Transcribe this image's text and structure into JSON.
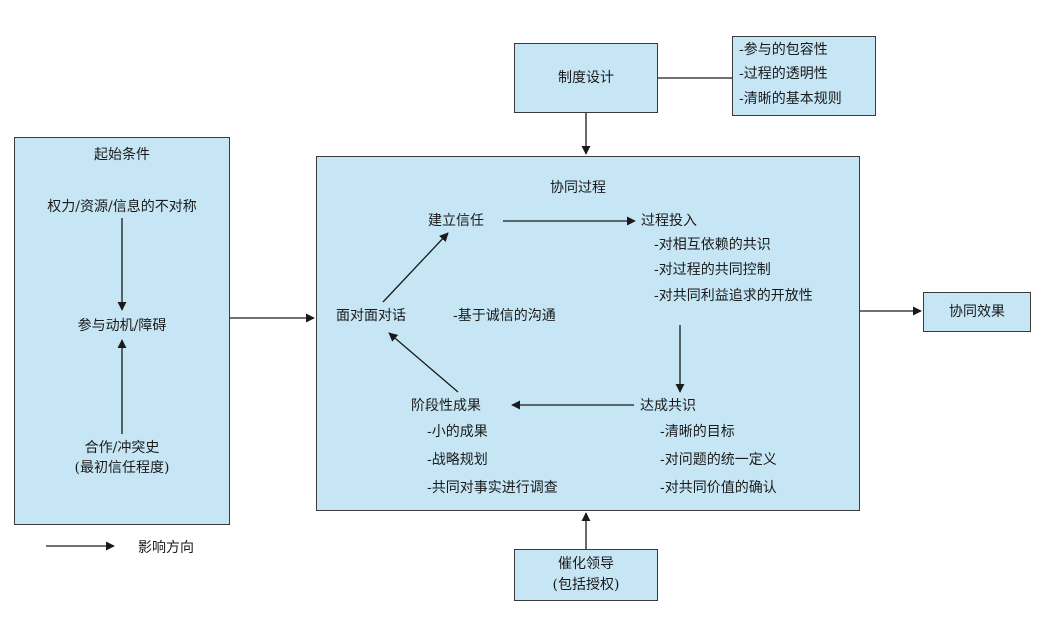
{
  "start": {
    "title": "起始条件",
    "asymmetry": "权力/资源/信息的不对称",
    "incentives": "参与动机/障碍",
    "history_line1": "合作/冲突史",
    "history_line2": "(最初信任程度)"
  },
  "design": {
    "title": "制度设计",
    "notes": [
      "-参与的包容性",
      "-过程的透明性",
      "-清晰的基本规则"
    ]
  },
  "process": {
    "title": "协同过程",
    "trust": "建立信任",
    "commitment": {
      "title": "过程投入",
      "items": [
        "-对相互依赖的共识",
        "-对过程的共同控制",
        "-对共同利益追求的开放性"
      ]
    },
    "dialogue": "面对面对话",
    "dialogue_note": "-基于诚信的沟通",
    "understanding": {
      "title": "达成共识",
      "items": [
        "-清晰的目标",
        "-对问题的统一定义",
        "-对共同价值的确认"
      ]
    },
    "outcomes": {
      "title": "阶段性成果",
      "items": [
        "-小的成果",
        "-战略规划",
        "-共同对事实进行调查"
      ]
    }
  },
  "result": {
    "title": "协同效果"
  },
  "leadership": {
    "line1": "催化领导",
    "line2": "(包括授权)"
  },
  "legend": {
    "label": "影响方向"
  }
}
